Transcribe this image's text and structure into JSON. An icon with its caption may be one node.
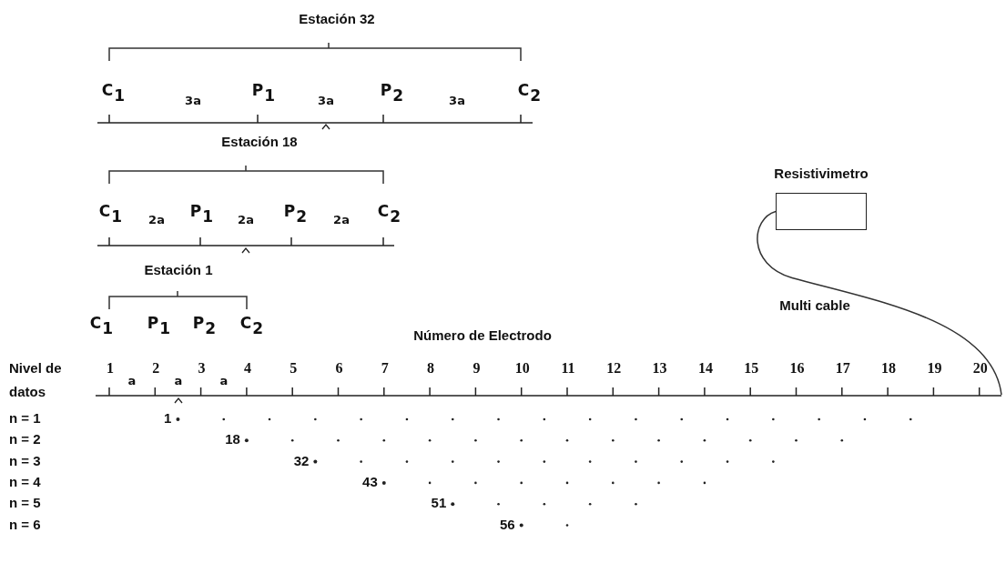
{
  "diagram": {
    "nodes": [
      {
        "text": [
          "Resistivimetro"
        ]
      },
      {
        "text": [],
        "shape": "bar"
      }
    ],
    "edges": [
      {
        "from": 0,
        "to": 1,
        "arrow": "none",
        "label": "Multi cable"
      }
    ],
    "labels": [
      "Estación 32",
      "C$_{1}$",
      "3a",
      "P$_{1}$",
      "3a",
      "P$_{2}$",
      "3a",
      "C$_{2}$",
      "Estación 18",
      "C$_{1}$",
      "2a",
      "P$_{1}$",
      "2a",
      "P$_{2}$",
      "2a",
      "C$_{2}$",
      "Estación 1",
      "C$_{1}$",
      "P$_{1}$",
      "P$_{2}$",
      "C$_{2}$",
      "Número de Electrodo",
      "Nivel de",
      "datos",
      "1",
      "2",
      "3",
      "4",
      "5",
      "6",
      "7",
      "8",
      "9",
      "10",
      "11",
      "12",
      "13",
      "14",
      "15",
      "16",
      "17",
      "18",
      "19",
      "20",
      "a",
      "a",
      "a",
      "n = 1",
      "1",
      "n = 2",
      "18",
      "n = 3",
      "32",
      "n = 4",
      "43",
      "n = 5",
      "51",
      "n = 6",
      "56"
    ]
  }
}
